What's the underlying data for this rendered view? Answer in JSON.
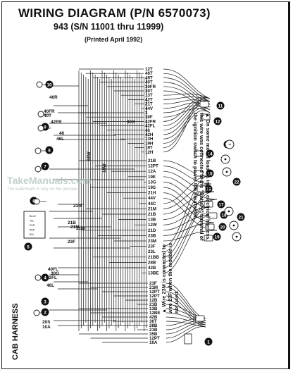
{
  "header": {
    "title": "WIRING DIAGRAM (P/N 6570073)",
    "subtitle": "943 (S/N 11001 thru 11999)",
    "printed": "(Printed April 1992)"
  },
  "watermark": {
    "text": "TakeManuals.com",
    "sub": "The watermark is only on the preview"
  },
  "side_label": "CAB HARNESS",
  "notes": {
    "right": "▲ On some model loaders in the electrical harness, this wire was connected to the \"Battery\" terminal of the ignition switch to power the hourmeter.",
    "module": "▲ Wire 23M is connected to wire 23F when the module is not used."
  },
  "wire_labels_upper": [
    "12T",
    "46T",
    "49T",
    "40T",
    "30FR",
    "30T",
    "13T",
    "42T",
    "21T",
    "44V",
    "3",
    "30F",
    "42FR",
    "42FL",
    "46",
    "42H",
    "13H",
    "19H",
    "19T",
    "12H"
  ],
  "wire_labels_lower": [
    "21B",
    "12PT",
    "12A",
    "19E",
    "13G",
    "19S",
    "21H",
    "44V",
    "44C",
    "21M",
    "21B",
    "13B",
    "12W",
    "21D",
    "23B",
    "23M",
    "23F",
    "23L",
    "21BB",
    "28B",
    "42B",
    "13BE"
  ],
  "wire_labels_bottom": [
    "23F",
    "21M",
    "12PT",
    "12PT",
    "12B",
    "21B",
    "13B",
    "12BE",
    "42B",
    "36T",
    "28B",
    "21B",
    "35B",
    "12PT",
    "10A"
  ],
  "left_labels": [
    "46R",
    "40FR",
    "40T",
    "42FR",
    "46",
    "46L",
    "40FL",
    "30G",
    "42FL",
    "46L",
    "20S",
    "10A",
    "23M",
    "23F",
    "21M",
    "21B",
    "21M"
  ],
  "vertical_labels": [
    "30G",
    "60W",
    "19W"
  ],
  "connector_numbers": [
    "1",
    "2",
    "3",
    "4",
    "5",
    "6",
    "7",
    "8",
    "9",
    "10",
    "11",
    "12",
    "13",
    "14",
    "15",
    "16",
    "17",
    "18",
    "19",
    "20",
    "21",
    "22"
  ],
  "colors": {
    "ink": "#111111",
    "paper": "#ffffff",
    "watermark": "#b8c9c4"
  }
}
